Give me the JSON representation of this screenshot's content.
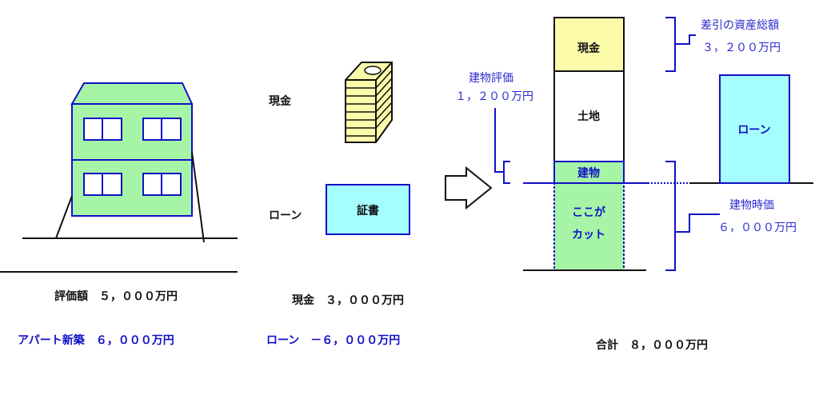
{
  "left": {
    "valuation": "評価額　５，０００万円",
    "new_build": "アパート新築　６，０００万円"
  },
  "middle": {
    "cash_label": "現金",
    "loan_label": "ローン",
    "certificate_label": "証書",
    "cash_amount": "現金　３，０００万円",
    "loan_amount": "ローン　－６，０００万円"
  },
  "right": {
    "column": {
      "cash": "現金",
      "land": "土地",
      "building": "建物",
      "cut_line1": "ここが",
      "cut_line2": "カット"
    },
    "loan_box": "ローン",
    "net_assets_label": "差引の資産総額",
    "net_assets_value": "３，２００万円",
    "building_valuation_label": "建物評価",
    "building_valuation_value": "１，２００万円",
    "building_market_label": "建物時価",
    "building_market_value": "６，０００万円",
    "total": "合計　８，０００万円"
  },
  "colors": {
    "green": "#a6f5a6",
    "yellow": "#fbfbaa",
    "cyan": "#a6fdff",
    "blue": "#1010c8"
  }
}
